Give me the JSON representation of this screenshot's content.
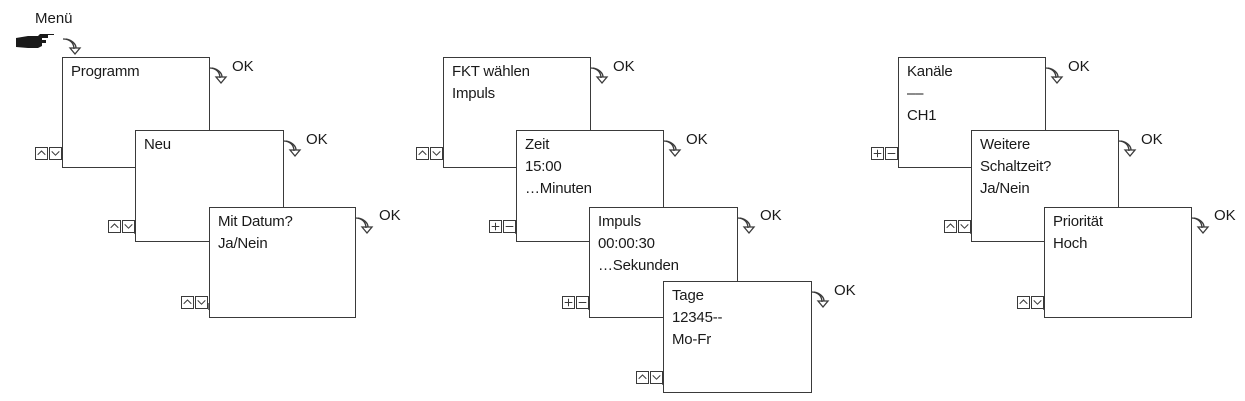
{
  "menu_label": "Menü",
  "ok_label": "OK",
  "icons": {
    "pointer": "pointing-hand-icon",
    "next": "curved-arrow-icon",
    "nav": [
      "up-arrow-icon",
      "down-arrow-icon"
    ],
    "adjust": [
      "plus-icon",
      "minus-icon"
    ]
  },
  "colors": {
    "line": "#3a3a3a",
    "text": "#1a1a1a"
  },
  "flows": [
    {
      "boxes": [
        {
          "lines": [
            "Programm"
          ],
          "buttons": "nav"
        },
        {
          "lines": [
            "Neu"
          ],
          "buttons": "nav"
        },
        {
          "lines": [
            "Mit Datum?",
            "Ja/Nein"
          ],
          "buttons": "nav"
        }
      ]
    },
    {
      "boxes": [
        {
          "lines": [
            "FKT wählen",
            "Impuls"
          ],
          "buttons": "nav"
        },
        {
          "lines": [
            "Zeit",
            "15:00",
            "…Minuten"
          ],
          "buttons": "adjust"
        },
        {
          "lines": [
            "Impuls",
            "00:00:30",
            "…Sekunden"
          ],
          "buttons": "adjust"
        },
        {
          "lines": [
            "Tage",
            "12345--",
            "Mo-Fr"
          ],
          "buttons": "nav"
        }
      ]
    },
    {
      "boxes": [
        {
          "lines": [
            "Kanäle",
            "––",
            "CH1"
          ],
          "buttons": "adjust"
        },
        {
          "lines": [
            "Weitere",
            "Schaltzeit?",
            "Ja/Nein"
          ],
          "buttons": "nav"
        },
        {
          "lines": [
            "Priorität",
            "Hoch"
          ],
          "buttons": "nav"
        }
      ]
    }
  ]
}
